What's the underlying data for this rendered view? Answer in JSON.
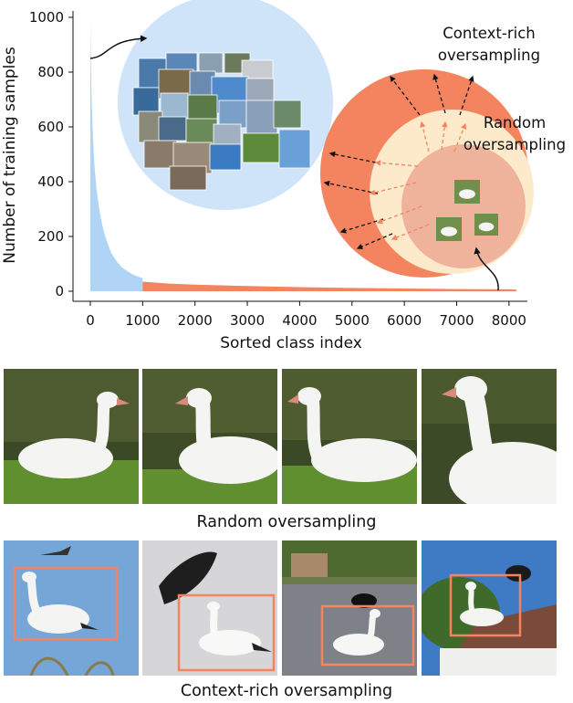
{
  "chart_data": {
    "type": "area",
    "xlabel": "Sorted class index",
    "ylabel": "Number of training samples",
    "xlim": [
      0,
      8142
    ],
    "ylim": [
      0,
      1000
    ],
    "x_ticks": [
      0,
      1000,
      2000,
      3000,
      4000,
      5000,
      6000,
      7000,
      8000
    ],
    "y_ticks": [
      0,
      200,
      400,
      600,
      800,
      1000
    ],
    "head_boundary": 1000,
    "series": [
      {
        "name": "",
        "color": "#b0d4f5",
        "x": [
          0,
          10,
          25,
          50,
          80,
          120,
          170,
          230,
          300,
          400,
          500,
          600,
          700,
          800,
          900,
          1000
        ],
        "values": [
          1000,
          840,
          700,
          560,
          455,
          370,
          300,
          240,
          190,
          140,
          110,
          88,
          74,
          63,
          54,
          48
        ]
      },
      {
        "name": "",
        "color": "#f4845f",
        "x": [
          1000,
          1500,
          2000,
          3000,
          4000,
          5000,
          6000,
          7000,
          8000,
          8142
        ],
        "values": [
          35,
          28,
          24,
          19,
          15,
          12,
          10,
          8,
          7,
          6
        ]
      }
    ]
  },
  "annotations": {
    "context_rich_line1": "Context-rich",
    "context_rich_line2": "oversampling",
    "random_line1": "Random",
    "random_line2": "oversampling",
    "colors": {
      "head_circle": "#cfe4f8",
      "outer_circle": "#f4845f",
      "middle_circle": "#fdeacb",
      "inner_circle": "#efb39c"
    }
  },
  "captions": {
    "random": "Random oversampling",
    "context_rich": "Context-rich oversampling"
  },
  "photos": {
    "random_row": [
      "goose-crop-1",
      "goose-crop-2",
      "goose-crop-3",
      "goose-crop-4"
    ],
    "context_row": [
      "goose-on-sky-with-bird",
      "goose-on-gray-with-bird",
      "goose-on-road-with-bird",
      "goose-on-roof-with-vulture"
    ],
    "box_color": "#f4845f"
  }
}
